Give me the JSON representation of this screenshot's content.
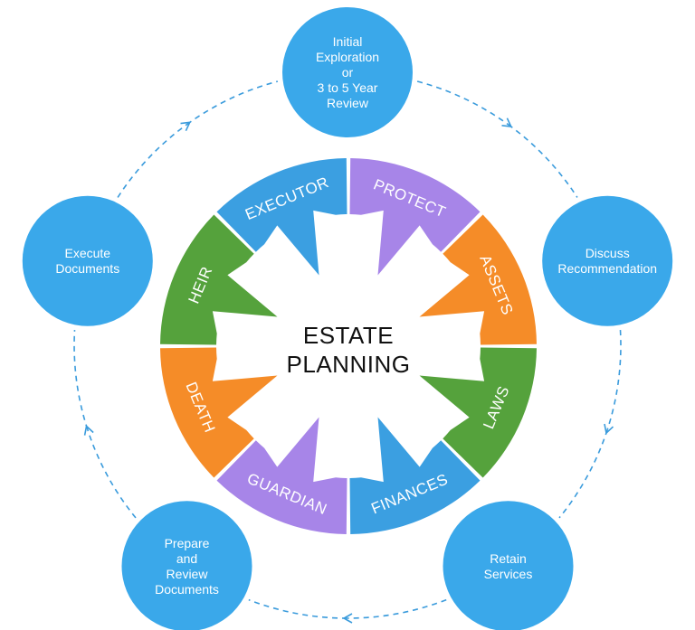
{
  "center": {
    "lines": [
      "ESTATE",
      "PLANNING"
    ]
  },
  "segments": [
    {
      "label": "PROTECT",
      "color": "#A785E8"
    },
    {
      "label": "ASSETS",
      "color": "#F58C28"
    },
    {
      "label": "LAWS",
      "color": "#55A23C"
    },
    {
      "label": "FINANCES",
      "color": "#3B9FE1"
    },
    {
      "label": "GUARDIAN",
      "color": "#A785E8"
    },
    {
      "label": "DEATH",
      "color": "#F58C28"
    },
    {
      "label": "HEIR",
      "color": "#55A23C"
    },
    {
      "label": "EXECUTOR",
      "color": "#3B9FE1"
    }
  ],
  "cycle_nodes": [
    {
      "lines": [
        "Initial",
        "Exploration",
        "or",
        "3 to 5 Year",
        "Review"
      ]
    },
    {
      "lines": [
        "Discuss",
        "Recommendation"
      ]
    },
    {
      "lines": [
        "Retain",
        "Services"
      ]
    },
    {
      "lines": [
        "Prepare",
        "and",
        "Review",
        "Documents"
      ]
    },
    {
      "lines": [
        "Execute",
        "Documents"
      ]
    }
  ],
  "colors": {
    "node_fill": "#3AA8EA",
    "connector": "#3A9BDC"
  }
}
